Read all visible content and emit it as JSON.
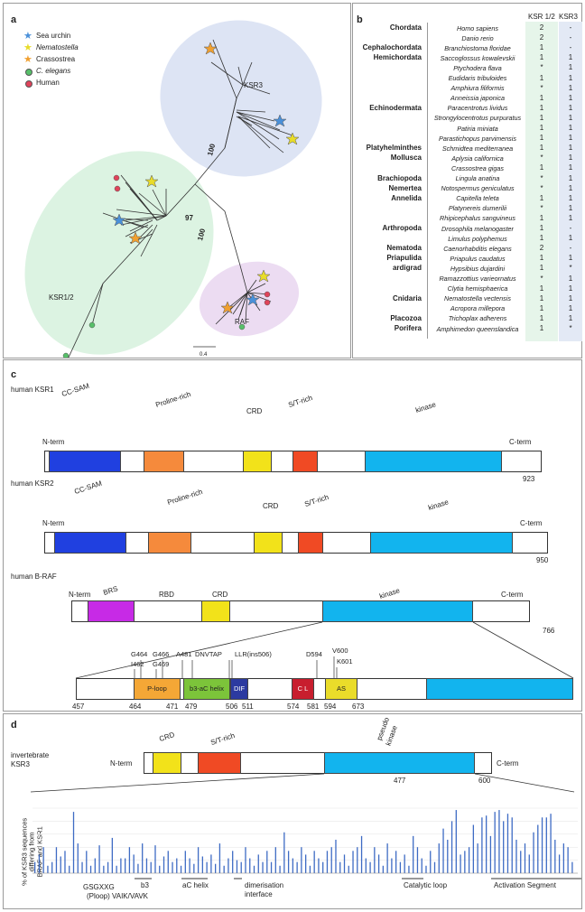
{
  "panel_a": {
    "label": "a",
    "legend": [
      {
        "name": "Sea urchin",
        "italic": false,
        "color": "#4a90d9",
        "shape": "star"
      },
      {
        "name": "Nematostella",
        "italic": true,
        "color": "#e8dc2a",
        "shape": "star"
      },
      {
        "name": "Crassostrea",
        "italic": false,
        "color": "#f0a030",
        "shape": "star"
      },
      {
        "name": "C. elegans",
        "italic": true,
        "color": "#57c06a",
        "shape": "dot"
      },
      {
        "name": "Human",
        "italic": false,
        "color": "#e0435a",
        "shape": "dot"
      }
    ],
    "clades": {
      "ksr3": "KSR3",
      "ksr12": "KSR1/2",
      "raf": "RAF"
    },
    "bootstrap": [
      "100",
      "97",
      "100"
    ],
    "scale": "0.4",
    "colors": {
      "ksr3_fill": "#dde4f4",
      "ksr12_fill": "#dcf3e2",
      "raf_fill": "#ecdcf2"
    }
  },
  "panel_b": {
    "label": "b",
    "col1": "KSR 1/2",
    "col2": "KSR3",
    "rows": [
      {
        "phylum": "Chordata",
        "species": "Homo sapiens",
        "ksr12": "2",
        "ksr3": "-"
      },
      {
        "phylum": "",
        "species": "Danio rerio",
        "ksr12": "2",
        "ksr3": "-"
      },
      {
        "phylum": "Cephalochordata",
        "species": "Branchiostoma floridae",
        "ksr12": "1",
        "ksr3": "-"
      },
      {
        "phylum": "Hemichordata",
        "species": "Saccoglossus kowalevskii",
        "ksr12": "1",
        "ksr3": "1"
      },
      {
        "phylum": "",
        "species": "Ptychodera flava",
        "ksr12": "*",
        "ksr3": "1"
      },
      {
        "phylum": "",
        "species": "Eudidaris tribuloides",
        "ksr12": "1",
        "ksr3": "1"
      },
      {
        "phylum": "",
        "species": "Amphiura filiformis",
        "ksr12": "*",
        "ksr3": "1"
      },
      {
        "phylum": "",
        "species": "Anneissia japonica",
        "ksr12": "1",
        "ksr3": "1"
      },
      {
        "phylum": "Echinodermata",
        "species": "Paracentrotus lividus",
        "ksr12": "1",
        "ksr3": "1"
      },
      {
        "phylum": "",
        "species": "Strongylocentrotus purpuratus",
        "ksr12": "1",
        "ksr3": "1"
      },
      {
        "phylum": "",
        "species": "Patiria miniata",
        "ksr12": "1",
        "ksr3": "1"
      },
      {
        "phylum": "",
        "species": "Parastichopus parvimensis",
        "ksr12": "1",
        "ksr3": "1"
      },
      {
        "phylum": "Platyhelminthes",
        "species": "Schmidtea mediterranea",
        "ksr12": "1",
        "ksr3": "1"
      },
      {
        "phylum": "Mollusca",
        "species": "Aplysia californica",
        "ksr12": "*",
        "ksr3": "1"
      },
      {
        "phylum": "",
        "species": "Crassostrea gigas",
        "ksr12": "1",
        "ksr3": "1"
      },
      {
        "phylum": "Brachiopoda",
        "species": "Lingula anatina",
        "ksr12": "*",
        "ksr3": "1"
      },
      {
        "phylum": "Nemertea",
        "species": "Notospermus geniculatus",
        "ksr12": "*",
        "ksr3": "1"
      },
      {
        "phylum": "Annelida",
        "species": "Capitella teleta",
        "ksr12": "1",
        "ksr3": "1"
      },
      {
        "phylum": "",
        "species": "Platynereis dumerilii",
        "ksr12": "*",
        "ksr3": "1"
      },
      {
        "phylum": "",
        "species": "Rhipicephalus sanguineus",
        "ksr12": "1",
        "ksr3": "1"
      },
      {
        "phylum": "Arthropoda",
        "species": "Drosophila melanogaster",
        "ksr12": "1",
        "ksr3": "-"
      },
      {
        "phylum": "",
        "species": "Limulus polyphemus",
        "ksr12": "1",
        "ksr3": "1"
      },
      {
        "phylum": "Nematoda",
        "species": "Caenorhabditis elegans",
        "ksr12": "2",
        "ksr3": "-"
      },
      {
        "phylum": "Priapulida",
        "species": "Priapulus caudatus",
        "ksr12": "1",
        "ksr3": "1"
      },
      {
        "phylum": "ardigrad",
        "species": "Hypsibius dujardini",
        "ksr12": "1",
        "ksr3": "*"
      },
      {
        "phylum": "",
        "species": "Ramazzottius varieornatus",
        "ksr12": "*",
        "ksr3": "1"
      },
      {
        "phylum": "",
        "species": "Clytia hemisphaerica",
        "ksr12": "1",
        "ksr3": "1"
      },
      {
        "phylum": "Cnidaria",
        "species": "Nematostella vectensis",
        "ksr12": "1",
        "ksr3": "1"
      },
      {
        "phylum": "",
        "species": "Acropora millepora",
        "ksr12": "1",
        "ksr3": "1"
      },
      {
        "phylum": "Placozoa",
        "species": "Trichoplax adherens",
        "ksr12": "1",
        "ksr3": "1"
      },
      {
        "phylum": "Porifera",
        "species": "Amphimedon queenslandica",
        "ksr12": "1",
        "ksr3": "*"
      }
    ],
    "colors": {
      "ksr12_bg": "#e6f5ea",
      "ksr3_bg": "#e3e9f5"
    }
  },
  "panel_c": {
    "label": "c",
    "ksr1": {
      "title": "human KSR1",
      "nterm": "N-term",
      "cterm": "C-term",
      "length": "923",
      "domains": [
        "CC-SAM",
        "Proline-rich",
        "CRD",
        "S/T-rich",
        "kinase"
      ]
    },
    "ksr2": {
      "title": "human KSR2",
      "nterm": "N-term",
      "cterm": "C-term",
      "length": "950",
      "domains": [
        "CC-SAM",
        "Proline-rich",
        "CRD",
        "S/T-rich",
        "kinase"
      ]
    },
    "braf": {
      "title": "human B-RAF",
      "nterm": "N-term",
      "cterm": "C-term",
      "length": "766",
      "domains": [
        "BRS",
        "RBD",
        "CRD",
        "kinase"
      ]
    },
    "kinase_detail": {
      "boxes": [
        "P-loop",
        "b3-aC helix",
        "DIF",
        "C L",
        "AS"
      ],
      "residues_top": [
        "G464",
        "I462",
        "G466",
        "G469",
        "A481",
        "DNVTAP",
        "LLR(ins506)",
        "D594",
        "V600",
        "K601"
      ],
      "positions": [
        "457",
        "464",
        "471",
        "479",
        "506",
        "511",
        "574",
        "581",
        "594",
        "673"
      ]
    },
    "colors": {
      "cc_sam": "#2040e0",
      "proline": "#f58a3c",
      "crd": "#f2e21a",
      "st": "#f04a24",
      "kinase": "#12b4ee",
      "brs": "#c72ae6",
      "ploop": "#f4a736",
      "b3ac": "#7cc43a",
      "dif": "#2c3aa0",
      "cl": "#c81e2e",
      "as": "#eadc2a"
    }
  },
  "panel_d": {
    "label": "d",
    "ksr3": {
      "title_line1": "invertebrate",
      "title_line2": "KSR3",
      "nterm": "N-term",
      "cterm": "C-term",
      "domains": [
        "CRD",
        "S/T-rich",
        "pseudo",
        "kinase"
      ],
      "positions": [
        "477",
        "600"
      ]
    },
    "ylabel_lines": [
      "% of KSR3  sequences",
      "differing from",
      "BRAF and KSR1"
    ],
    "motifs": [
      {
        "line1": "GSGXXG",
        "line2": "(Ploop)"
      },
      {
        "line1": "b3",
        "line2": "VAIK/VAVK"
      },
      {
        "line1": "aC helix",
        "line2": ""
      },
      {
        "line1": "dimerisation",
        "line2": "interface"
      },
      {
        "line1": "Catalytic loop",
        "line2": ""
      },
      {
        "line1": "Activation Segment",
        "line2": ""
      }
    ],
    "bar_values": [
      6,
      10,
      14,
      4,
      6,
      14,
      9,
      12,
      4,
      33,
      16,
      6,
      12,
      4,
      8,
      15,
      4,
      6,
      19,
      4,
      8,
      8,
      14,
      10,
      5,
      16,
      8,
      6,
      15,
      4,
      9,
      12,
      6,
      8,
      4,
      12,
      8,
      5,
      14,
      9,
      6,
      10,
      5,
      16,
      4,
      8,
      12,
      7,
      6,
      14,
      8,
      4,
      10,
      6,
      12,
      6,
      14,
      4,
      22,
      12,
      8,
      6,
      14,
      10,
      4,
      12,
      8,
      6,
      12,
      14,
      18,
      6,
      10,
      4,
      12,
      14,
      20,
      8,
      6,
      14,
      10,
      4,
      16,
      8,
      12,
      6,
      10,
      4,
      20,
      14,
      8,
      4,
      12,
      6,
      16,
      24,
      18,
      28,
      34,
      10,
      12,
      14,
      26,
      16,
      30,
      31,
      20,
      33,
      34,
      28,
      32,
      30,
      18,
      12,
      16,
      10,
      22,
      26,
      30,
      30,
      32,
      18,
      10,
      16,
      14,
      6
    ],
    "bar_color": "#3e6bc4"
  }
}
